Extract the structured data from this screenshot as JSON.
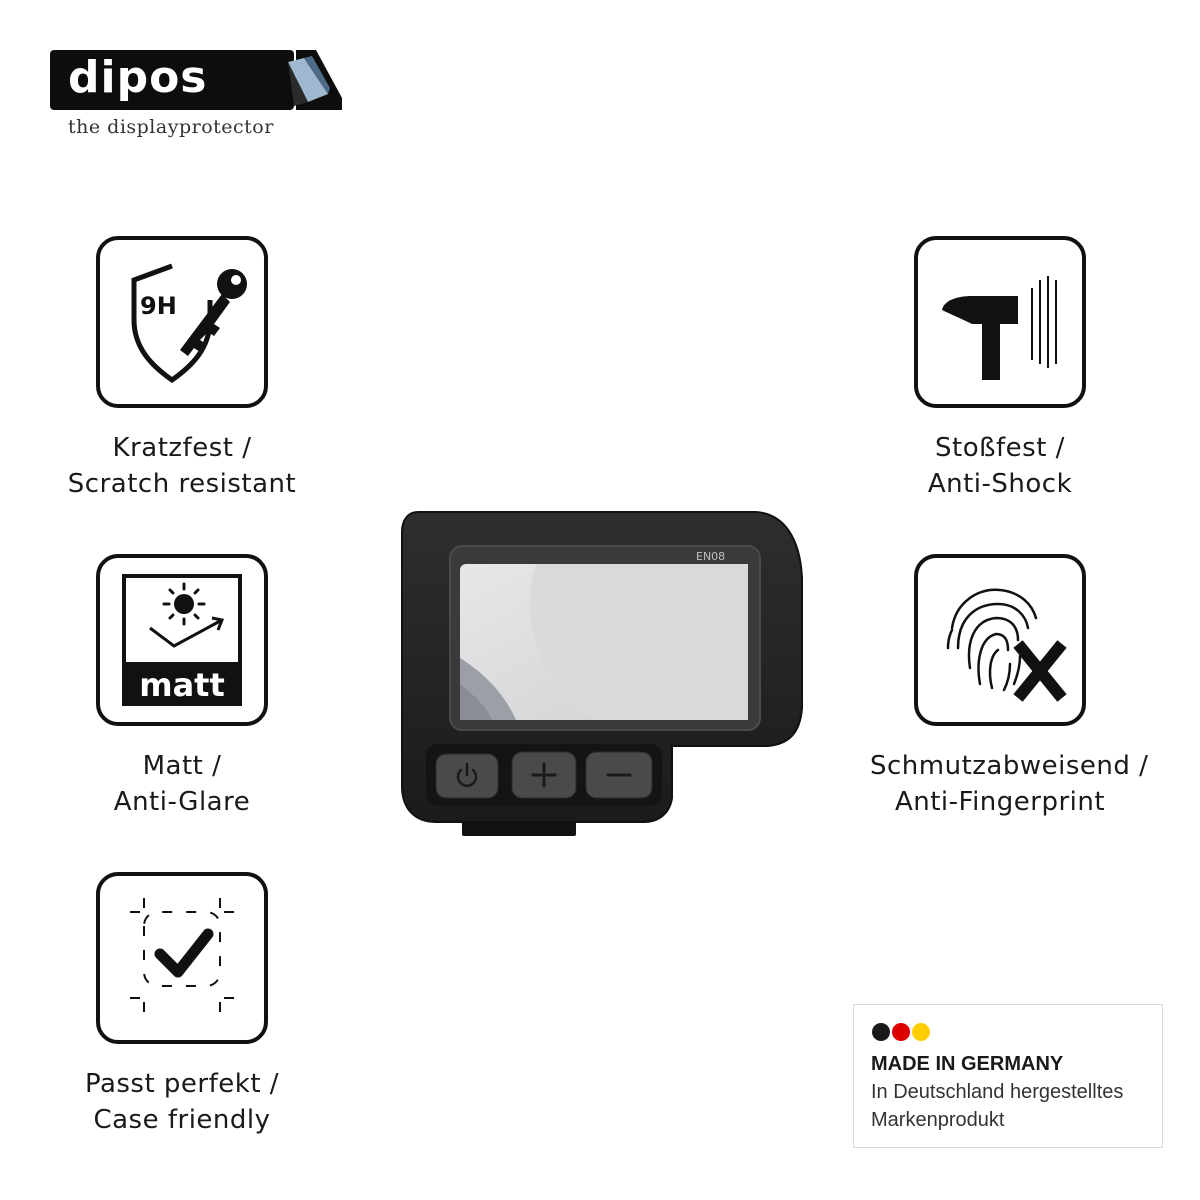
{
  "brand": {
    "name": "dipos",
    "tagline": "the displayprotector"
  },
  "features": [
    {
      "id": "scratch",
      "icon": "shield-key-9h-icon",
      "icon_text": "9H",
      "line1": "Kratzfest /",
      "line2": "Scratch resistant"
    },
    {
      "id": "matt",
      "icon": "sun-matt-icon",
      "icon_text": "matt",
      "line1": "Matt /",
      "line2": "Anti-Glare"
    },
    {
      "id": "fit",
      "icon": "checkmark-frame-icon",
      "line1": "Passt perfekt /",
      "line2": "Case friendly"
    },
    {
      "id": "shock",
      "icon": "hammer-icon",
      "line1": "Stoßfest /",
      "line2": "Anti-Shock"
    },
    {
      "id": "fingerprint",
      "icon": "fingerprint-x-icon",
      "line1": "Schmutzabweisend /",
      "line2": "Anti-Fingerprint"
    }
  ],
  "device": {
    "model_label": "EN08",
    "buttons": [
      "power-icon",
      "plus-icon",
      "minus-icon"
    ]
  },
  "made_in_germany": {
    "title": "MADE IN GERMANY",
    "line1": "In Deutschland hergestelltes",
    "line2": "Markenprodukt",
    "colors": [
      "#1a1a1a",
      "#dd0000",
      "#ffce00"
    ]
  }
}
